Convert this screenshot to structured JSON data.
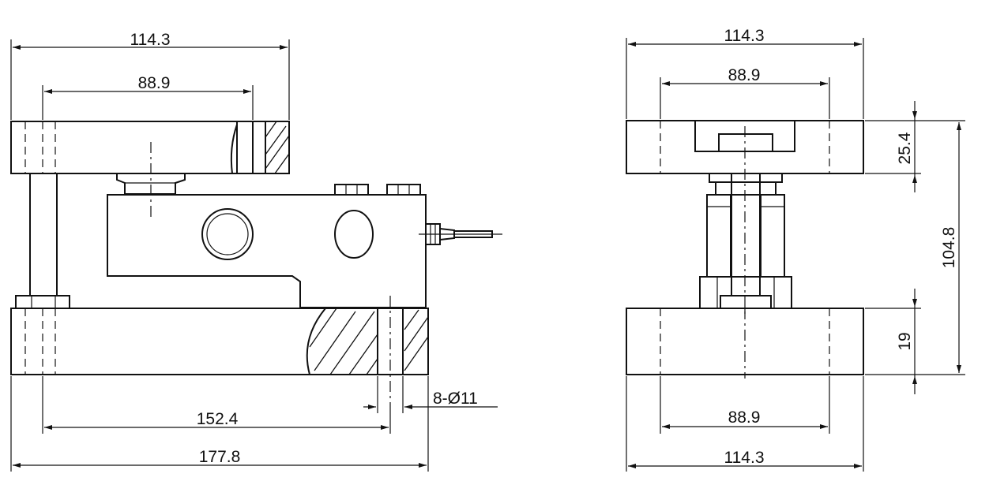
{
  "side_view": {
    "top_plate_width": "114.3",
    "top_plate_hole_spacing": "88.9",
    "base_hole_spacing": "152.4",
    "base_length": "177.8",
    "mounting_holes": "8-Ø11"
  },
  "end_view": {
    "top_plate_width": "114.3",
    "top_plate_hole_spacing": "88.9",
    "top_plate_thickness": "25.4",
    "overall_height": "104.8",
    "base_thickness": "19",
    "base_hole_spacing": "88.9",
    "base_width": "114.3"
  }
}
